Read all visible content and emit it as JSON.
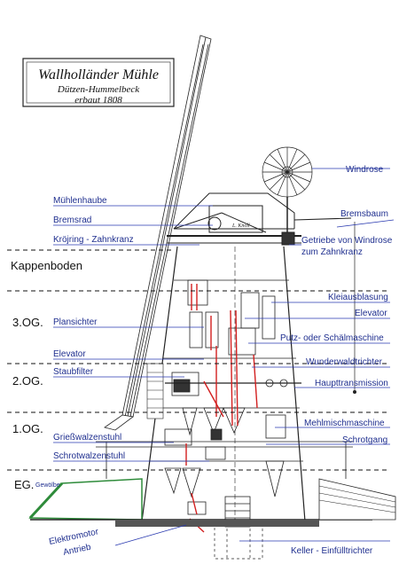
{
  "title_box": {
    "name": "Wallholländer Mühle",
    "place": "Dützen-Hummelbeck",
    "built": "erbaut 1808"
  },
  "floors": [
    {
      "id": "kappenboden",
      "text": "Kappenboden"
    },
    {
      "id": "og3",
      "text": "3.OG."
    },
    {
      "id": "og2",
      "text": "2.OG."
    },
    {
      "id": "og1",
      "text": "1.OG."
    },
    {
      "id": "eg",
      "text": "EG."
    }
  ],
  "labels": {
    "windrose": "Windrose",
    "muehlenhaube": "Mühlenhaube",
    "bremsbaum": "Bremsbaum",
    "bremsrad": "Bremsrad",
    "kroejring": "Kröjring - Zahnkranz",
    "getriebe": "Getriebe von Windrose",
    "getriebe2": "zum Zahnkranz",
    "kleiausblasung": "Kleiausblasung",
    "plansichter": "Plansichter",
    "elevator_right": "Elevator",
    "putz": "Putz- oder Schälmaschine",
    "elevator_left": "Elevator",
    "wunderwald": "Wunderwaldtrichter",
    "staubfilter": "Staubfilter",
    "haupttransmission": "Haupttransmission",
    "mehlmisch": "Mehlmischmaschine",
    "griesswalzen": "Grießwalzenstuhl",
    "schrotgang": "Schrotgang",
    "schrotwalzen": "Schrotwalzenstuhl",
    "gewoelbe": "Gewölbe",
    "elektromotor": "Elektromotor",
    "antrieb": "Antrieb",
    "keller": "Keller - Einfülltrichter",
    "signature": "L. Knoll"
  },
  "colors": {
    "label_blue": "#1f2f8f",
    "leader_blue": "#2a3ab0",
    "drawing": "#222222",
    "accent_red": "#d21f1f",
    "grass": "#2e8b3a"
  }
}
